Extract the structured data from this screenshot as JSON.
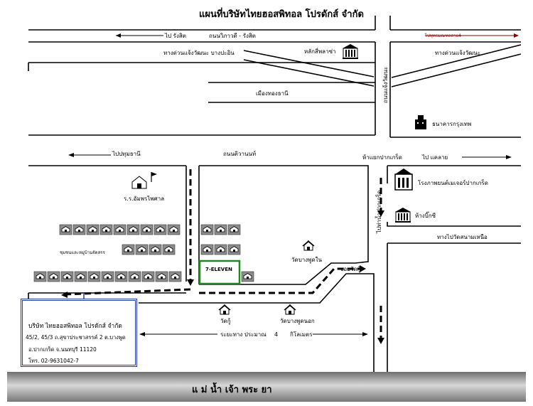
{
  "title": "แผนที่บริษัทไทยฮอสพิทอล โปรดักส์ จำกัด",
  "roads": {
    "top_left_arrow": "ไป รังสิต",
    "top_road_name": "ถนนวิภาวดี - รังสิต",
    "top_right_arrow": "ไปพุทธมณฑลสาย4",
    "expressway_left": "ทางด่วนแจ้งวัฒนะ บางปะอิน",
    "expressway_right": "ทางด่วนแจ้งวัฒนะ",
    "chaengwattana_road": "ถนนแจ้งวัฒนะ",
    "muang_thong": "เมืองทองธานี",
    "pathum_arrow": "ไปปทุมธานี",
    "tiwanon_road": "ถนนติวานนท์",
    "pakkret_junction": "ห้าแยกปากเกร็ด",
    "khae_rai_arrow": "ไป แคลาย",
    "to_pakkret_pier": "ไปท่าน้ำปากเกร็ด",
    "north_hospital_way": "ทางไปวัดสนามเหนือ",
    "soi_wat_ku": "ซอยวัดกู้",
    "distance_note": "ระยะทาง ประมาณ",
    "distance_value": "4",
    "distance_unit": "กิโลเมตร",
    "river": "แ ม่  น้ำ เจ้า พระ ยา"
  },
  "landmarks": {
    "lak_si": "หลักสี่พลาซ่า",
    "bangkok_bank": "ธนาคารกรุงเทพ",
    "hospital": "ร.ร.อัมพรไพศาล",
    "village": "ชุมชนและหมู่บ้านจัดสรร",
    "seven_eleven": "7-ELEVEN",
    "wat_bang_phut_nai": "วัดบางพูดใน",
    "wat_ku": "วัดกู้",
    "wat_bang_phut_nok": "วัดบางพูดนอก",
    "cinema": "โรงภาพยนต์เมเจอร์ปากเกร็ด",
    "mall": "ห้างบิ๊กซี"
  },
  "company": {
    "name": "บริษัท ไทยฮอสพิทอล โปรดักส์ จำกัด",
    "address1": "45/2, 45/3 ถ.สุขาประชาสรรค์ 2 ต.บางพูด",
    "address2": "อ.ปากเกร็ด จ.นนทบุรี    11120",
    "phone": "โทร. 02-9631042-7"
  },
  "colors": {
    "company_border": "#2a3c9e",
    "seven_eleven_border": "#1e8a1e",
    "top_right_arrow": "#8b0000",
    "river_gray": "#8f8f8f"
  }
}
